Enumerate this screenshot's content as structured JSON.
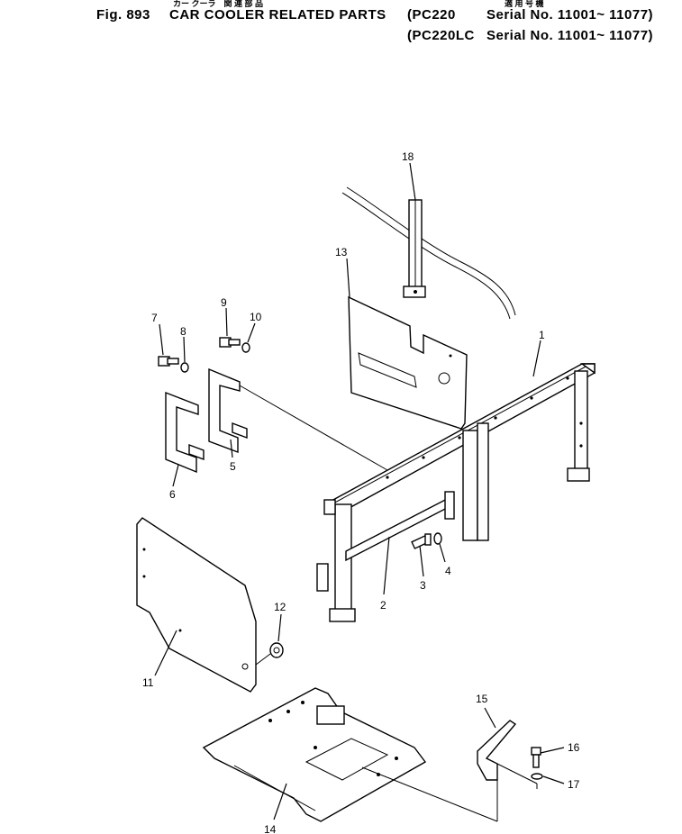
{
  "header": {
    "fig_label": "Fig. 893",
    "title": "CAR COOLER RELATED PARTS",
    "jp_title": "カー クーラ　関 連 部 品",
    "jp_applicable": "適 用 号 機",
    "serial_rows": [
      {
        "model": "(PC220",
        "serial": "Serial No. 11001~ 11077)"
      },
      {
        "model": "(PC220LC",
        "serial": "Serial No. 11001~ 11077)"
      }
    ]
  },
  "callouts": [
    "1",
    "2",
    "3",
    "4",
    "5",
    "6",
    "7",
    "8",
    "9",
    "10",
    "11",
    "12",
    "13",
    "14",
    "15",
    "16",
    "17",
    "18"
  ]
}
